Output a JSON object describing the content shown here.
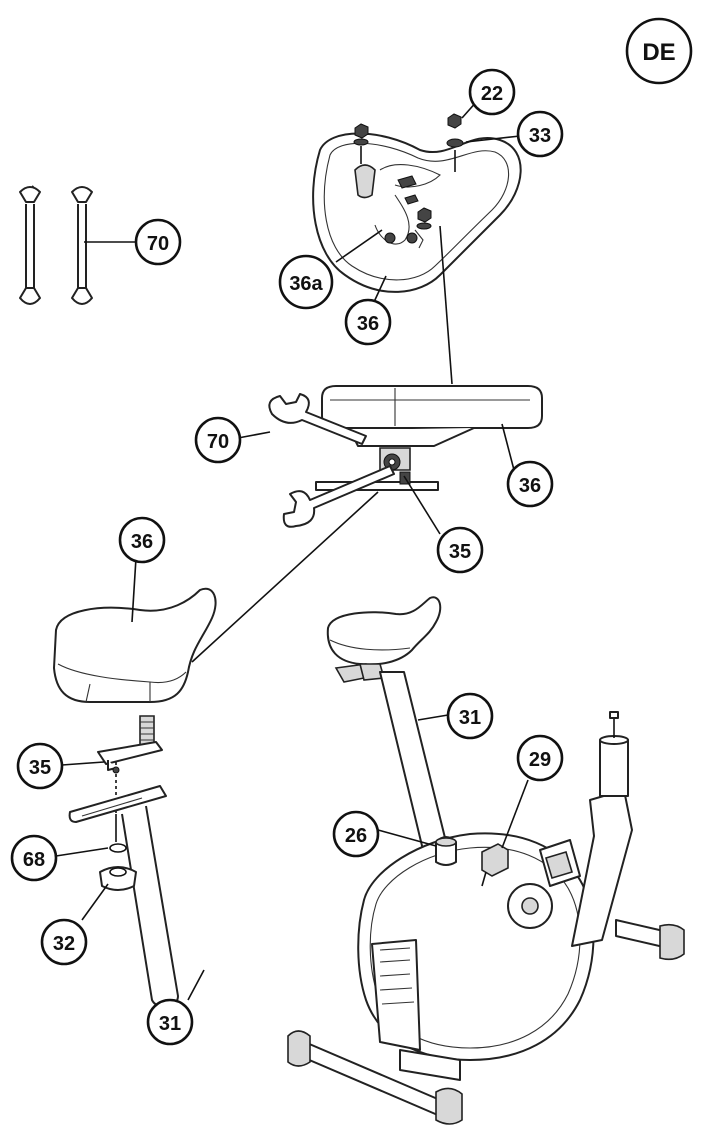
{
  "language_badge": "DE",
  "callouts": {
    "nut": "22",
    "washer": "33",
    "wrench_top": "70",
    "saddle_clamp": "36a",
    "saddle_bottom_view": "36",
    "wrench_middle": "70",
    "saddle_side_view": "36",
    "clamp_bracket_middle": "35",
    "saddle_exploded": "36",
    "clamp_bracket_left": "35",
    "washer_small": "68",
    "knob": "32",
    "seat_post_left": "31",
    "seat_post_assembled": "31",
    "tension_knob": "29",
    "cap": "26"
  }
}
